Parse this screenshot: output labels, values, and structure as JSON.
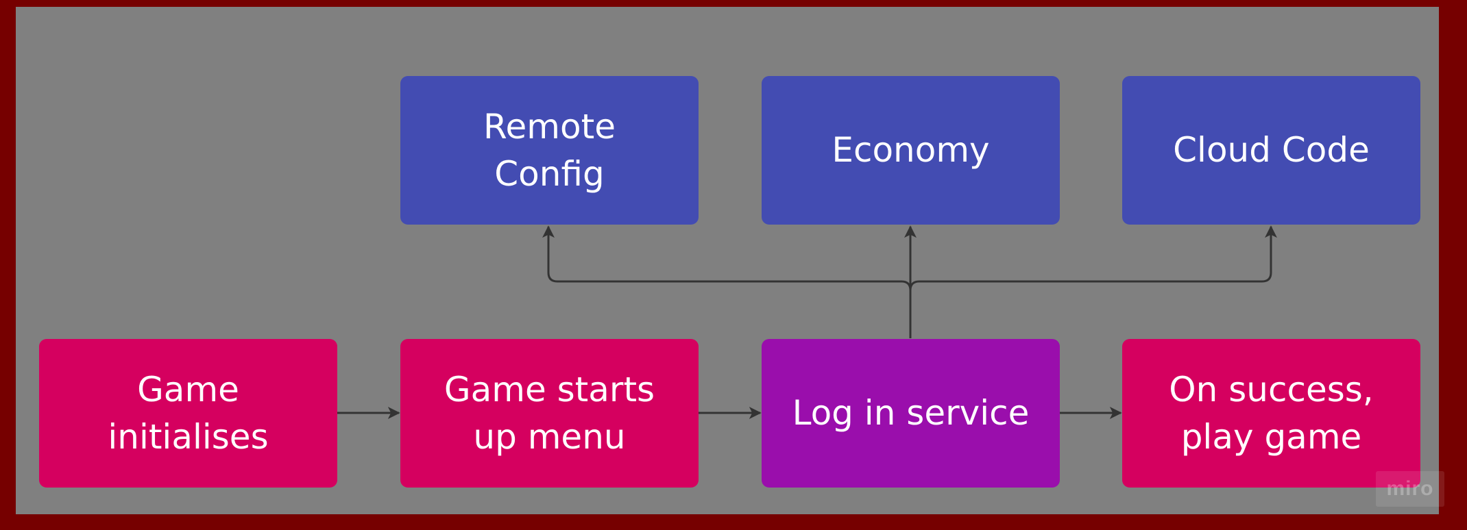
{
  "diagram": {
    "nodes": {
      "remote_config": {
        "label": "Remote\nConfig",
        "color": "#434cb2"
      },
      "economy": {
        "label": "Economy",
        "color": "#434cb2"
      },
      "cloud_code": {
        "label": "Cloud Code",
        "color": "#434cb2"
      },
      "game_initialises": {
        "label": "Game\ninitialises",
        "color": "#d5005f"
      },
      "game_starts_menu": {
        "label": "Game starts\nup menu",
        "color": "#d5005f"
      },
      "log_in_service": {
        "label": "Log in service",
        "color": "#9a0eac"
      },
      "play_game": {
        "label": "On success,\nplay game",
        "color": "#d5005f"
      }
    },
    "edges": [
      {
        "from": "game_initialises",
        "to": "game_starts_menu"
      },
      {
        "from": "game_starts_menu",
        "to": "log_in_service"
      },
      {
        "from": "log_in_service",
        "to": "play_game"
      },
      {
        "from": "log_in_service",
        "to": "remote_config"
      },
      {
        "from": "log_in_service",
        "to": "economy"
      },
      {
        "from": "log_in_service",
        "to": "cloud_code"
      }
    ]
  },
  "watermark": {
    "text": "miro"
  },
  "colors": {
    "frame": "#760000",
    "canvas": "#808080",
    "connector": "#333333"
  }
}
